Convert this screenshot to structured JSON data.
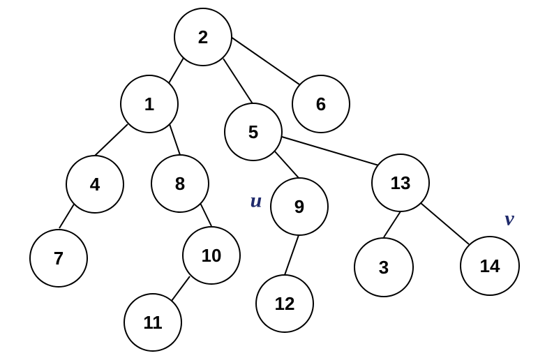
{
  "tree": {
    "nodes": [
      {
        "id": "n2",
        "label": "2"
      },
      {
        "id": "n1",
        "label": "1"
      },
      {
        "id": "n5",
        "label": "5"
      },
      {
        "id": "n6",
        "label": "6"
      },
      {
        "id": "n4",
        "label": "4"
      },
      {
        "id": "n8",
        "label": "8"
      },
      {
        "id": "n9",
        "label": "9"
      },
      {
        "id": "n13",
        "label": "13"
      },
      {
        "id": "n7",
        "label": "7"
      },
      {
        "id": "n10",
        "label": "10"
      },
      {
        "id": "n12",
        "label": "12"
      },
      {
        "id": "n3",
        "label": "3"
      },
      {
        "id": "n14",
        "label": "14"
      },
      {
        "id": "n11",
        "label": "11"
      }
    ],
    "edges": [
      {
        "from": "2",
        "to": "1"
      },
      {
        "from": "2",
        "to": "5"
      },
      {
        "from": "2",
        "to": "6"
      },
      {
        "from": "1",
        "to": "4"
      },
      {
        "from": "1",
        "to": "8"
      },
      {
        "from": "4",
        "to": "7"
      },
      {
        "from": "8",
        "to": "10"
      },
      {
        "from": "10",
        "to": "11"
      },
      {
        "from": "5",
        "to": "9"
      },
      {
        "from": "5",
        "to": "13"
      },
      {
        "from": "9",
        "to": "12"
      },
      {
        "from": "13",
        "to": "3"
      },
      {
        "from": "13",
        "to": "14"
      }
    ],
    "markers": {
      "u": {
        "text": "u",
        "attached_to": "9"
      },
      "v": {
        "text": "v",
        "attached_to": "14"
      }
    }
  },
  "colors": {
    "marker": "#1f2a6b",
    "stroke": "#000000",
    "fill": "#ffffff"
  }
}
